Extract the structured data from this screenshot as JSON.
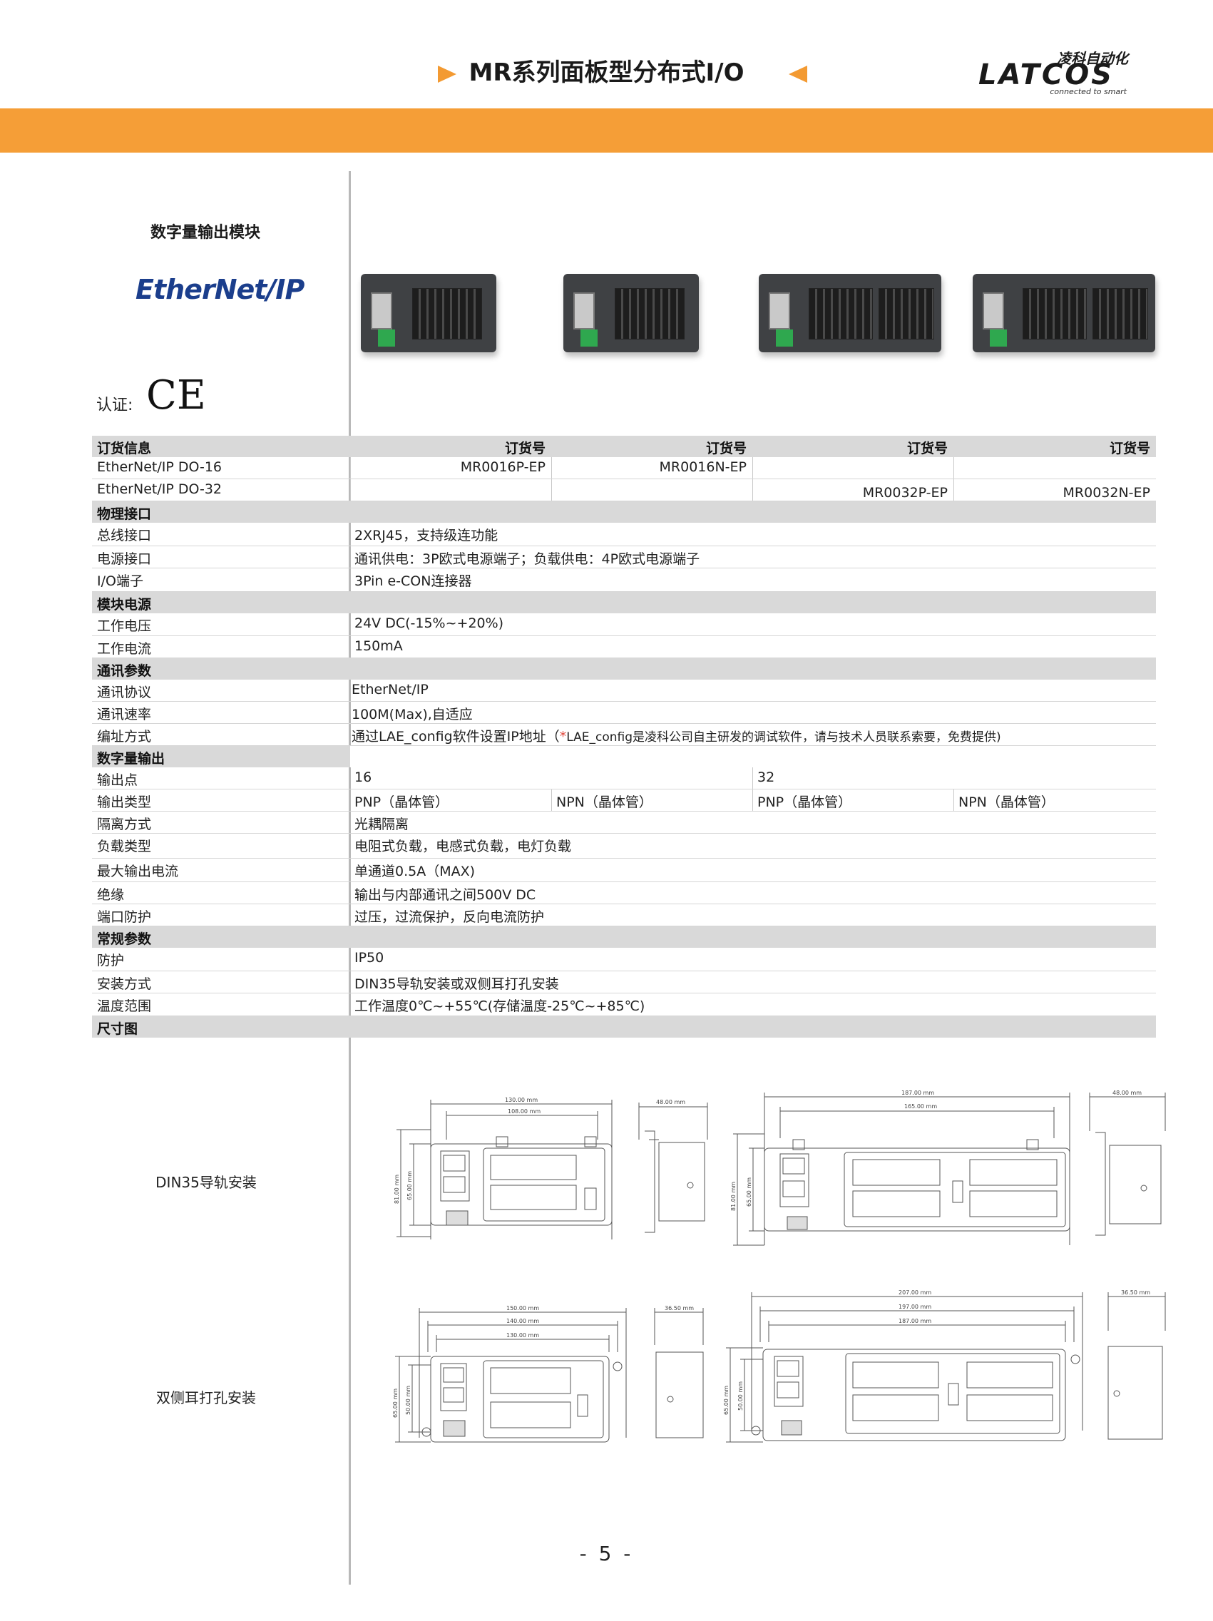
{
  "header": {
    "title": "MR系列面板型分布式I/O",
    "logo_cn": "凌科自动化",
    "logo_en": "LATCOS",
    "logo_tagline": "connected to smart",
    "accent_color": "#f59e37"
  },
  "left": {
    "module_title": "数字量输出模块",
    "protocol_logo": "EtherNet/IP",
    "certification_label": "认证:",
    "certification_mark": "CE"
  },
  "table": {
    "order_section": "订货信息",
    "order_header": [
      "订货号",
      "订货号",
      "订货号",
      "订货号"
    ],
    "do16_label": "EtherNet/IP DO-16",
    "do16_values": [
      "MR0016P-EP",
      "MR0016N-EP"
    ],
    "do32_label": "EtherNet/IP DO-32",
    "do32_values": [
      "MR0032P-EP",
      "MR0032N-EP"
    ],
    "sec_physical": "物理接口",
    "bus_label": "总线接口",
    "bus_value": "2XRJ45，支持级连功能",
    "power_if_label": "电源接口",
    "power_if_value": "通讯供电：3P欧式电源端子；负载供电：4P欧式电源端子",
    "io_label": "I/O端子",
    "io_value": "3Pin e-CON连接器",
    "sec_power": "模块电源",
    "voltage_label": "工作电压",
    "voltage_value": "24V DC(-15%~+20%)",
    "current_label": "工作电流",
    "current_value": "150mA",
    "sec_comm": "通讯参数",
    "protocol_label": "通讯协议",
    "protocol_value": "EtherNet/IP",
    "rate_label": "通讯速率",
    "rate_value": "100M(Max),自适应",
    "addr_label": "编址方式",
    "addr_value": "通过LAE_config软件设置IP地址（",
    "addr_star": "*",
    "addr_note": "LAE_config是凌科公司自主研发的调试软件，请与技术人员联系索要，免费提供)",
    "sec_do": "数字量输出",
    "points_label": "输出点",
    "points_values": [
      "16",
      "32"
    ],
    "type_label": "输出类型",
    "type_values": [
      "PNP（晶体管）",
      "NPN（晶体管）",
      "PNP（晶体管）",
      "NPN（晶体管）"
    ],
    "isolation_label": "隔离方式",
    "isolation_value": "光耦隔离",
    "load_label": "负载类型",
    "load_value": "电阻式负载，电感式负载，电灯负载",
    "maxcur_label": "最大输出电流",
    "maxcur_value": "单通道0.5A（MAX)",
    "insul_label": "绝缘",
    "insul_value": "输出与内部通讯之间500V DC",
    "portprot_label": "端口防护",
    "portprot_value": "过压，过流保护，反向电流防护",
    "sec_general": "常规参数",
    "ip_label": "防护",
    "ip_value": "IP50",
    "mount_label": "安装方式",
    "mount_value": "DIN35导轨安装或双侧耳打孔安装",
    "temp_label": "温度范围",
    "temp_value": "工作温度0℃~+55℃(存储温度-25℃~+85℃)",
    "sec_dims": "尺寸图"
  },
  "drawings": {
    "din_label": "DIN35导轨安装",
    "ear_label": "双侧耳打孔安装",
    "din16": {
      "w1": "130.00 mm",
      "w2": "108.00 mm",
      "h1": "81.00 mm",
      "h2": "65.00 mm",
      "depth": "48.00 mm"
    },
    "din32": {
      "w1": "187.00 mm",
      "w2": "165.00 mm",
      "h1": "81.00 mm",
      "h2": "65.00 mm",
      "depth": "48.00 mm"
    },
    "ear16": {
      "w1": "150.00 mm",
      "w2": "140.00 mm",
      "w3": "130.00 mm",
      "h1": "65.00 mm",
      "h2": "50.00 mm",
      "depth": "36.50 mm"
    },
    "ear32": {
      "w1": "207.00 mm",
      "w2": "197.00 mm",
      "w3": "187.00 mm",
      "h1": "65.00 mm",
      "h2": "50.00 mm",
      "depth": "36.50 mm"
    }
  },
  "page_number": "- 5 -"
}
